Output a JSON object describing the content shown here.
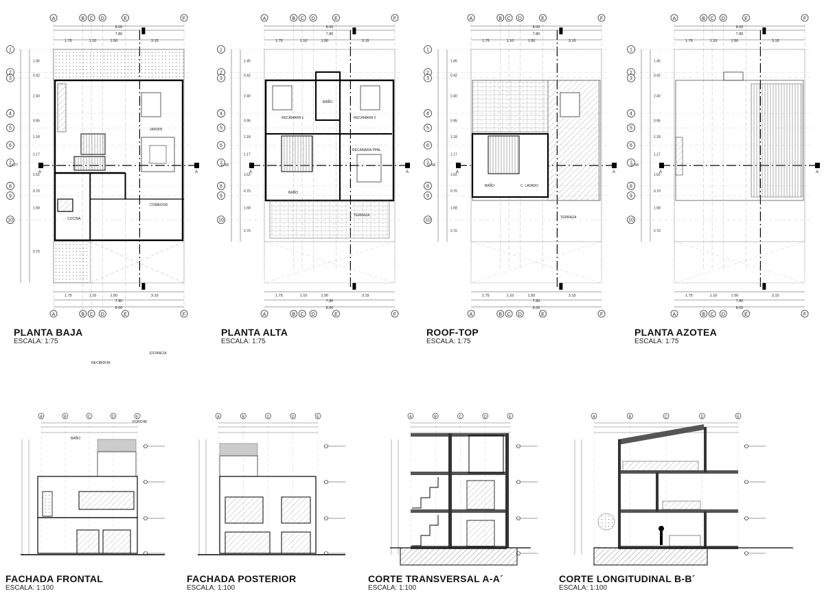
{
  "drawings": {
    "planta_baja": {
      "title": "PLANTA BAJA",
      "scale": "ESCALA: 1:75"
    },
    "planta_alta": {
      "title": "PLANTA ALTA",
      "scale": "ESCALA: 1:75"
    },
    "roof_top": {
      "title": "ROOF-TOP",
      "scale": "ESCALA: 1:75"
    },
    "planta_azotea": {
      "title": "PLANTA AZOTEA",
      "scale": "ESCALA: 1:75"
    },
    "fachada_frontal": {
      "title": "FACHADA FRONTAL",
      "scale": "ESCALA: 1:100"
    },
    "fachada_posterior": {
      "title": "FACHADA POSTERIOR",
      "scale": "ESCALA: 1:100"
    },
    "corte_transversal": {
      "title": "CORTE TRANSVERSAL A-A´",
      "scale": "ESCALA: 1:100"
    },
    "corte_longitudinal": {
      "title": "CORTE LONGITUDINAL B-B´",
      "scale": "ESCALA: 1:100"
    }
  },
  "grid": {
    "columns": [
      "A",
      "B",
      "C",
      "D",
      "E",
      "F"
    ],
    "rows": [
      "1",
      "2",
      "3",
      "4",
      "5",
      "6",
      "7",
      "8",
      "9",
      "10"
    ]
  },
  "dimensions": {
    "total": "8.00",
    "inner": "7.80",
    "bays": [
      "1.75",
      "1.10",
      "1.50",
      "3.15"
    ],
    "rows": [
      "1.45",
      "0.42",
      "2.40",
      "0.95",
      "1.18",
      "1.17",
      "1.62",
      "0.70",
      "1.68",
      "2.70"
    ],
    "overall_depth": "14.27",
    "upper_depth": "11.58"
  },
  "room_labels": {
    "planta_baja": [
      "COMEDOR",
      "COCINA",
      "ESTANCIA",
      "RECIBIDOR",
      "BAÑO",
      "JARDIN",
      "PORCHE"
    ],
    "planta_alta": [
      "RECAMARA 1",
      "RECAMARA 2",
      "RECAMARA PPAL",
      "BAÑO",
      "BAÑO",
      "TERRAZA"
    ],
    "roof_top": [
      "BAÑO",
      "C. LAVADO",
      "TERRAZA"
    ]
  },
  "section_marks": [
    "A",
    "B"
  ]
}
